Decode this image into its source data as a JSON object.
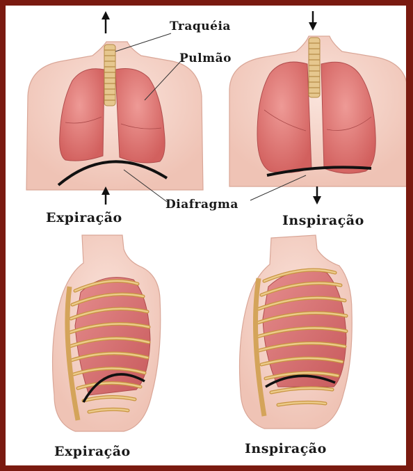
{
  "labels": {
    "trachea": "Traquéia",
    "lung": "Pulmão",
    "diaphragm": "Diafragma",
    "top_left_caption": "Expiração",
    "top_right_caption": "Inspiração",
    "bottom_left_caption": "Expiração",
    "bottom_right_caption": "Inspiração"
  },
  "colors": {
    "border": "#7a1a10",
    "skin": "#f5d2c8",
    "lung": "#e07a7a",
    "bone": "#e8c07a",
    "diaphragm": "#111111"
  }
}
